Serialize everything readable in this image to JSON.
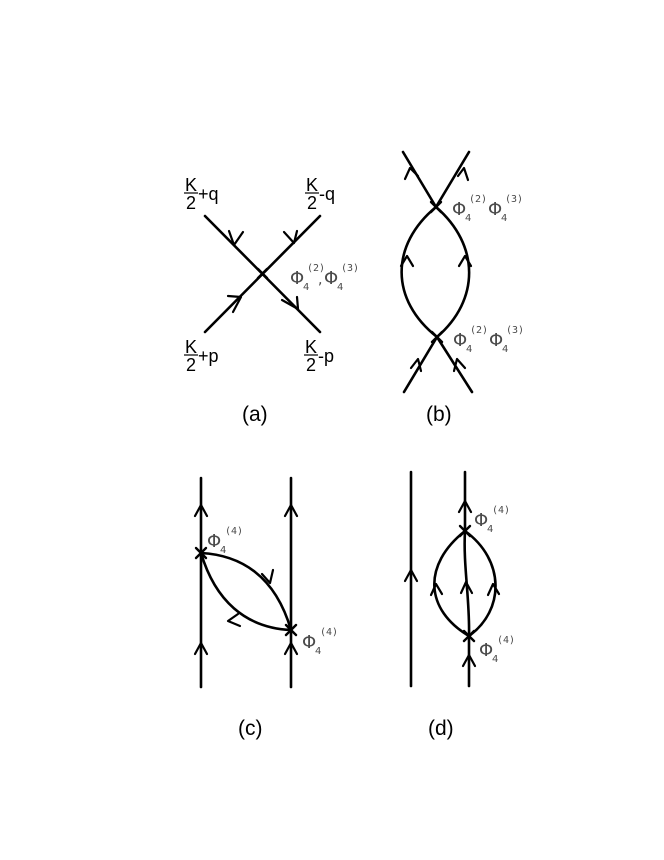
{
  "diagram_a": {
    "caption": "(a)",
    "momenta": {
      "top_left": {
        "frac": "K",
        "den": "2",
        "suffix": "+q"
      },
      "top_right": {
        "frac": "K",
        "den": "2",
        "suffix": "-q"
      },
      "bottom_left": {
        "frac": "K",
        "den": "2",
        "suffix": "+p"
      },
      "bottom_right": {
        "frac": "K",
        "den": "2",
        "suffix": "-p"
      }
    },
    "vertex_label": {
      "sym1": "Φ",
      "sub1": "4",
      "sup1": "(2)",
      "sep": ",",
      "sym2": "Φ",
      "sub2": "4",
      "sup2": "(3)"
    }
  },
  "diagram_b": {
    "caption": "(b)",
    "vertex_top_label": {
      "sym1": "Φ",
      "sub1": "4",
      "sup1": "(2)",
      "sym2": "Φ",
      "sub2": "4",
      "sup2": "(3)"
    },
    "vertex_bottom_label": {
      "sym1": "Φ",
      "sub1": "4",
      "sup1": "(2)",
      "sym2": "Φ",
      "sub2": "4",
      "sup2": "(3)"
    }
  },
  "diagram_c": {
    "caption": "(c)",
    "vertex_upper_label": {
      "sym": "Φ",
      "sub": "4",
      "sup": "(4)"
    },
    "vertex_lower_label": {
      "sym": "Φ",
      "sub": "4",
      "sup": "(4)"
    }
  },
  "diagram_d": {
    "caption": "(d)",
    "vertex_upper_label": {
      "sym": "Φ",
      "sub": "4",
      "sup": "(4)"
    },
    "vertex_lower_label": {
      "sym": "Φ",
      "sub": "4",
      "sup": "(4)"
    }
  }
}
